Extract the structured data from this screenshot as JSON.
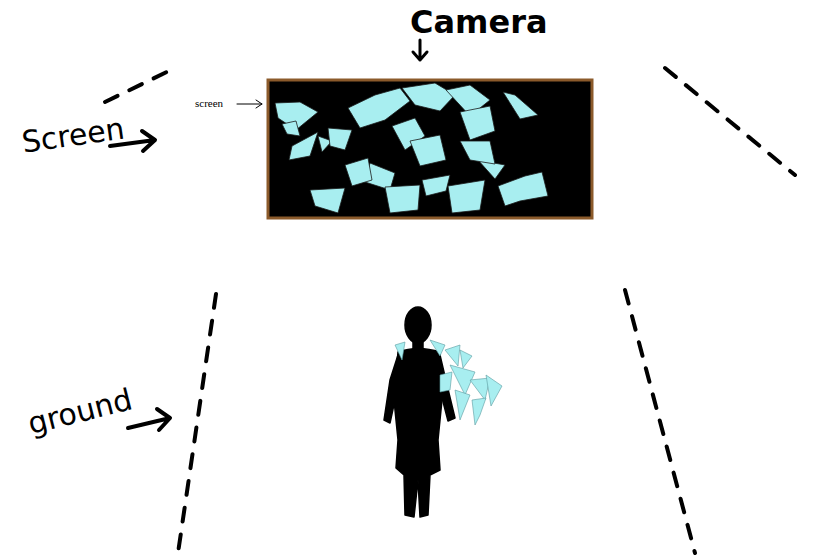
{
  "diagram": {
    "labels": [
      "Camera",
      "screen",
      "Screen",
      "ground"
    ]
  }
}
